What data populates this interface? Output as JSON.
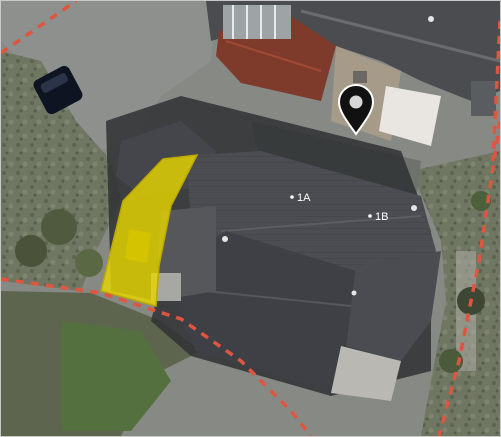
{
  "map": {
    "view": "satellite",
    "units": [
      {
        "id": "1A",
        "label": "1A"
      },
      {
        "id": "1B",
        "label": "1B"
      }
    ],
    "marker": {
      "name": "location-pin",
      "color": "#111111"
    },
    "highlight": {
      "name": "selected-area",
      "color": "#e6d600"
    },
    "boundary": {
      "style": "dashed",
      "color": "#e0553f"
    }
  }
}
